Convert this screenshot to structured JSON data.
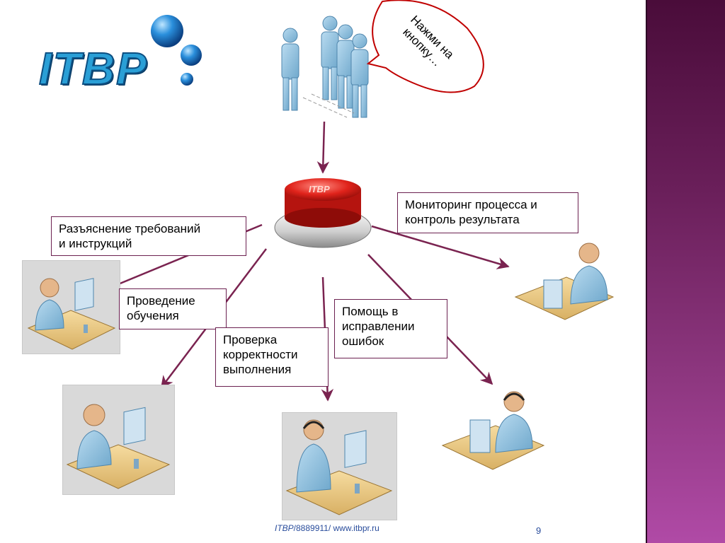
{
  "logo": {
    "text": "ITBP"
  },
  "callout": {
    "text": "Нажми на кнопку…"
  },
  "button": {
    "label": "ITBP"
  },
  "boxes": {
    "requirements": {
      "line1": "Разъяснение требований",
      "line2": "и инструкций"
    },
    "monitoring": {
      "line1": "Мониторинг процесса и",
      "line2": "контроль результата"
    },
    "training": {
      "line1": "Проведение",
      "line2": "обучения"
    },
    "verification": {
      "line1": "Проверка",
      "line2": "корректности",
      "line3": "выполнения"
    },
    "errors": {
      "line1": "Помощь в",
      "line2": "исправлении",
      "line3": "ошибок"
    }
  },
  "footer": {
    "brand": "ITBP",
    "text": "/8889911/ www.itbpr.ru"
  },
  "page_number": "9",
  "colors": {
    "arrow": "#7a2350",
    "accent": "#2a9fd6",
    "band": "#8e3780"
  }
}
